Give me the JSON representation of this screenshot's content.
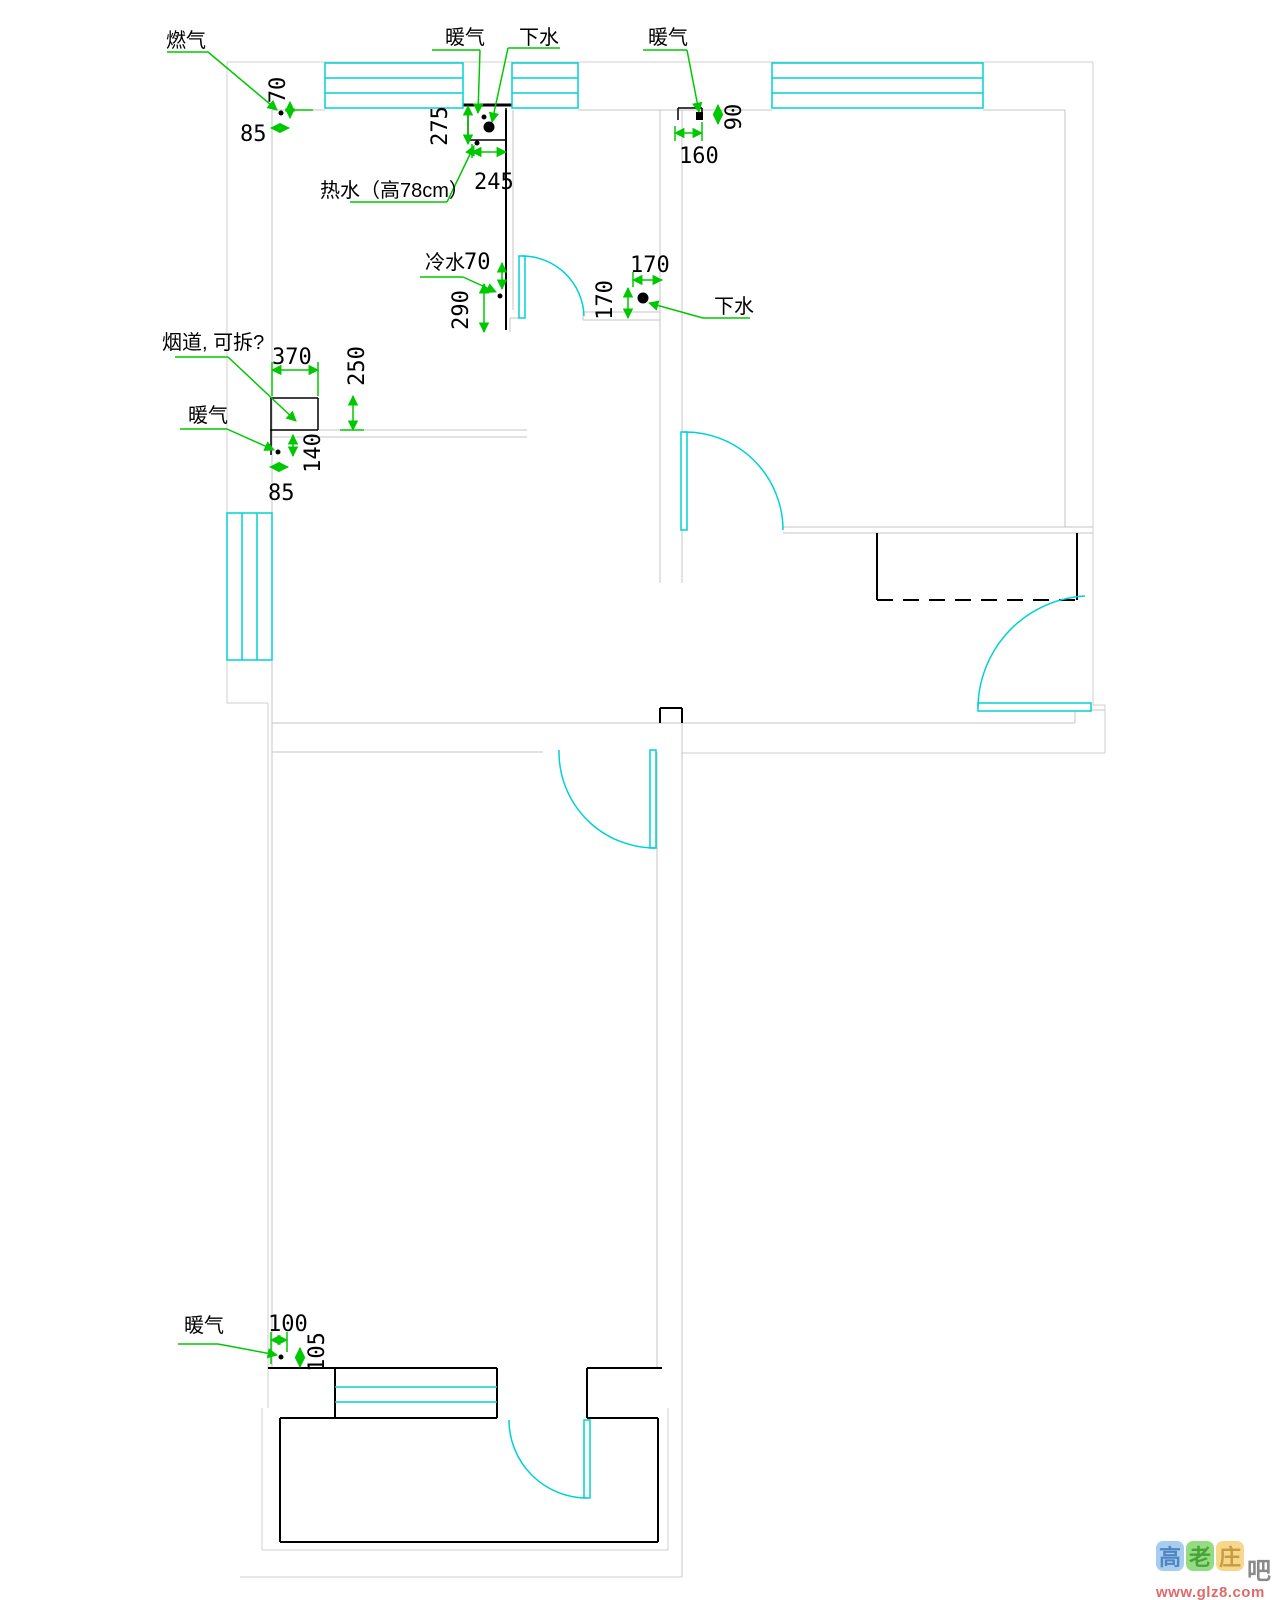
{
  "drawing": {
    "type": "apartment water/electric positioning floor plan",
    "labels": {
      "gas": "燃气",
      "heating_kitchen": "暖气",
      "drain_kitchen": "下水",
      "hot_water": "热水（高78cm）",
      "heating_topright": "暖气",
      "cold_water": "冷水",
      "cold_water_value": "70",
      "drain_bath": "下水",
      "flue": "烟道, 可拆?",
      "heating_hall": "暖气",
      "heating_bottom": "暖气"
    },
    "dimensions": {
      "d70_topleft": "70",
      "d85_topleft": "85",
      "d275": "275",
      "d245": "245",
      "d90": "90",
      "d160": "160",
      "d290": "290",
      "d170_h": "170",
      "d170_v": "170",
      "d370": "370",
      "d250": "250",
      "d140": "140",
      "d85_kitchen": "85",
      "d100": "100",
      "d105": "105"
    }
  },
  "colors": {
    "wall_black": "#000000",
    "wall_gray": "#c8c8c8",
    "window_door_cyan": "#00d2d2",
    "annotation_green": "#00c800",
    "watermark_red": "#e06a6a",
    "badge_blue": "#a9cdef",
    "badge_green": "#94dc82",
    "badge_yellow": "#f6d78c"
  },
  "watermark": {
    "badges": [
      {
        "char": "高"
      },
      {
        "char": "老"
      },
      {
        "char": "庄"
      }
    ],
    "suffix": "吧",
    "url": "www.glz8.com"
  }
}
